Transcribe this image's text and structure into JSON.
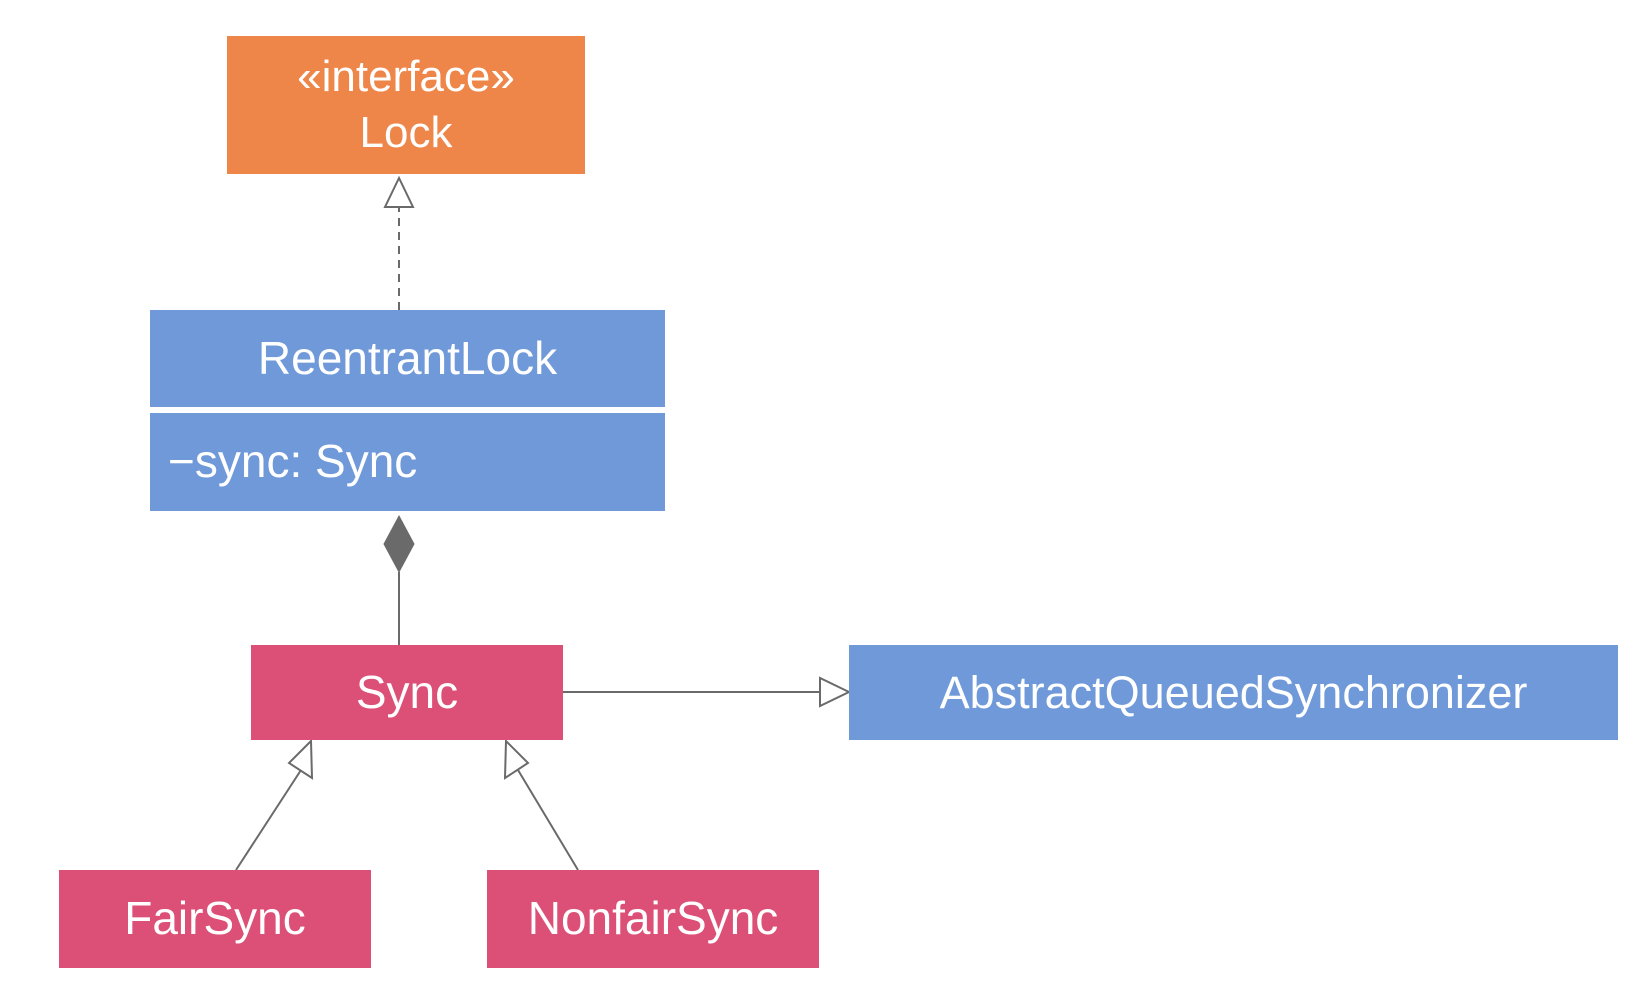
{
  "diagram": {
    "lock": {
      "stereotype": "«interface»",
      "name": "Lock"
    },
    "reentrant_lock": {
      "name": "ReentrantLock",
      "attribute": "−sync: Sync"
    },
    "sync": {
      "name": "Sync"
    },
    "aqs": {
      "name": "AbstractQueuedSynchronizer"
    },
    "fair_sync": {
      "name": "FairSync"
    },
    "nonfair_sync": {
      "name": "NonfairSync"
    },
    "colors": {
      "interface": "#ee8549",
      "class_blue": "#6f99d9",
      "class_red": "#dc4f76",
      "connector": "#6a6a6a"
    }
  }
}
